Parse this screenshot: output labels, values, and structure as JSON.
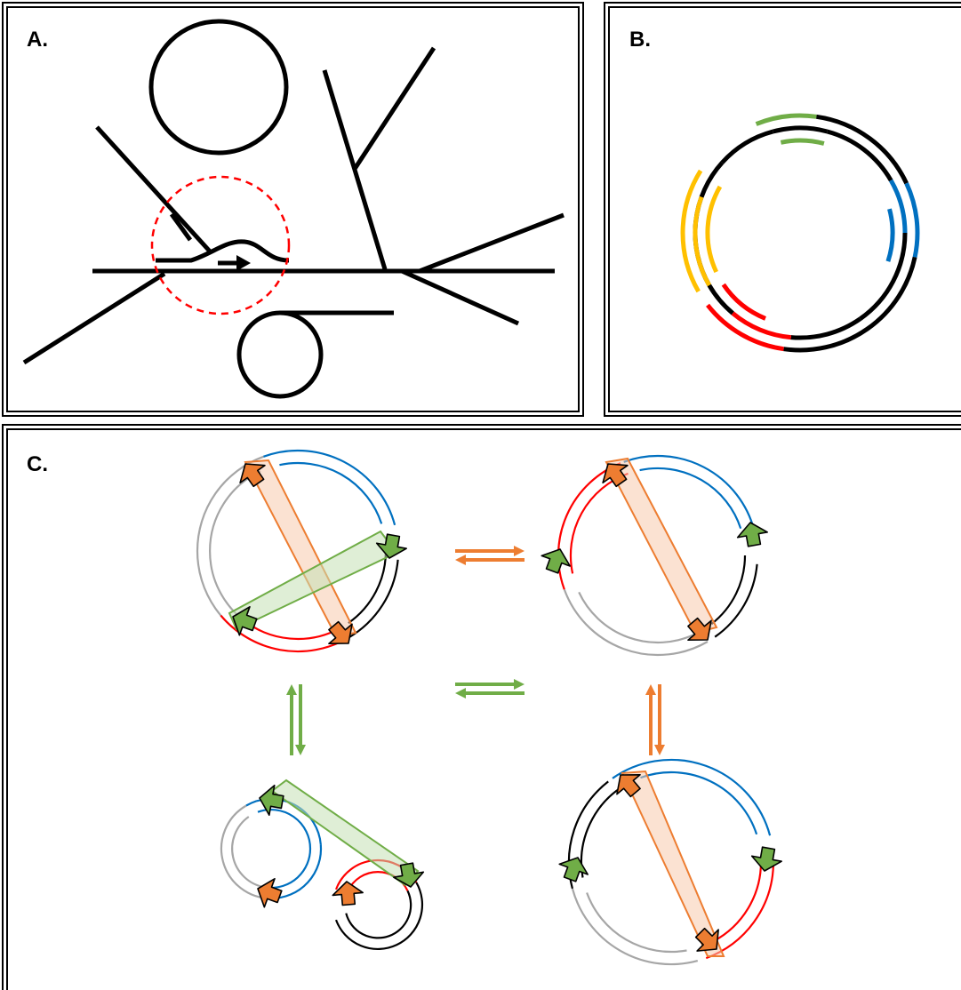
{
  "panels": {
    "a": {
      "label": "A."
    },
    "b": {
      "label": "B."
    },
    "c": {
      "label": "C."
    }
  },
  "colors": {
    "orange": "#ed7d31",
    "orange_fill": "#f8cbad",
    "green": "#70ad47",
    "green_fill": "#c5e0b4",
    "blue": "#0070c0",
    "red": "#ff0000",
    "yellow": "#ffc000",
    "gray": "#a6a6a6",
    "black": "#000000"
  }
}
